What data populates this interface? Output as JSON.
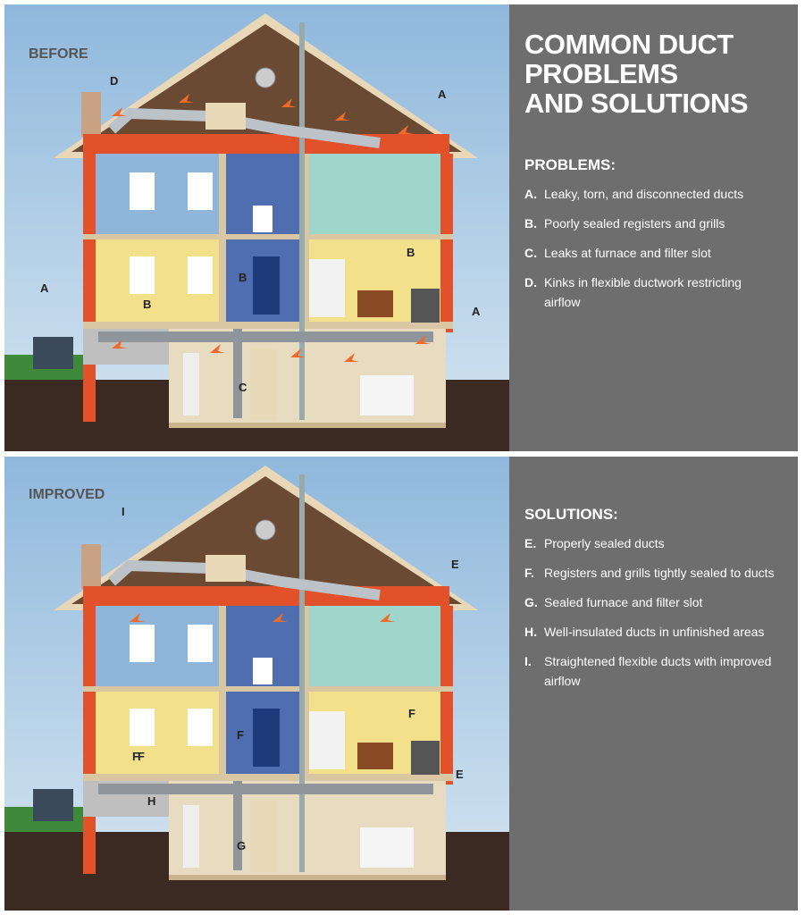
{
  "title": "COMMON DUCT PROBLEMS AND SOLUTIONS",
  "title_lines": [
    "COMMON DUCT",
    "PROBLEMS",
    "AND SOLUTIONS"
  ],
  "before": {
    "tag": "BEFORE",
    "heading": "PROBLEMS:",
    "items": [
      {
        "key": "A.",
        "text": "Leaky, torn, and disconnected ducts"
      },
      {
        "key": "B.",
        "text": "Poorly sealed registers and grills"
      },
      {
        "key": "C.",
        "text": "Leaks at furnace and filter slot"
      },
      {
        "key": "D.",
        "text": "Kinks in flexible ductwork restricting airflow"
      }
    ],
    "callouts": [
      "D",
      "A",
      "A",
      "B",
      "B",
      "B",
      "A",
      "C"
    ]
  },
  "improved": {
    "tag": "IMPROVED",
    "heading": "SOLUTIONS:",
    "items": [
      {
        "key": "E.",
        "text": "Properly sealed ducts"
      },
      {
        "key": "F.",
        "text": "Registers and grills tightly sealed to ducts"
      },
      {
        "key": "G.",
        "text": "Sealed furnace and filter slot"
      },
      {
        "key": "H.",
        "text": "Well-insulated ducts in unfinished areas"
      },
      {
        "key": "I.",
        "text": "Straightened flexible ducts with improved airflow"
      }
    ],
    "callouts": [
      "I",
      "E",
      "F",
      "F",
      "F",
      "F",
      "E",
      "H",
      "G"
    ]
  },
  "colors": {
    "panel": "#6e6e6e",
    "sky": "#9ec3e2",
    "roof": "#6b4a33",
    "attic": "#e2512a",
    "arrow": "#f06a2a",
    "ground": "#3a2a22",
    "grass": "#3f8a3a"
  }
}
